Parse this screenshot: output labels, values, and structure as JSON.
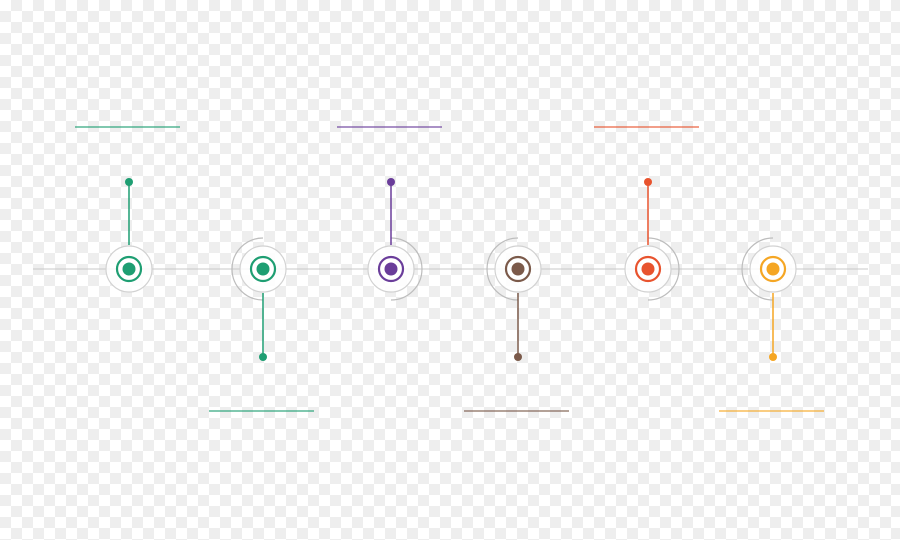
{
  "colors": {
    "axis": "#c8c8c8",
    "ring": "#d2d2d2",
    "arc": "#bdbdbd"
  },
  "milestones": [
    {
      "id": "milestone-1",
      "color": "#1e9e72",
      "position": "above",
      "arc": "none"
    },
    {
      "id": "milestone-2",
      "color": "#1e9e72",
      "position": "below",
      "arc": "left"
    },
    {
      "id": "milestone-3",
      "color": "#6a3d9a",
      "position": "above",
      "arc": "right"
    },
    {
      "id": "milestone-4",
      "color": "#7b5a4a",
      "position": "below",
      "arc": "left"
    },
    {
      "id": "milestone-5",
      "color": "#e8532e",
      "position": "above",
      "arc": "right"
    },
    {
      "id": "milestone-6",
      "color": "#f5a623",
      "position": "below",
      "arc": "left"
    }
  ]
}
